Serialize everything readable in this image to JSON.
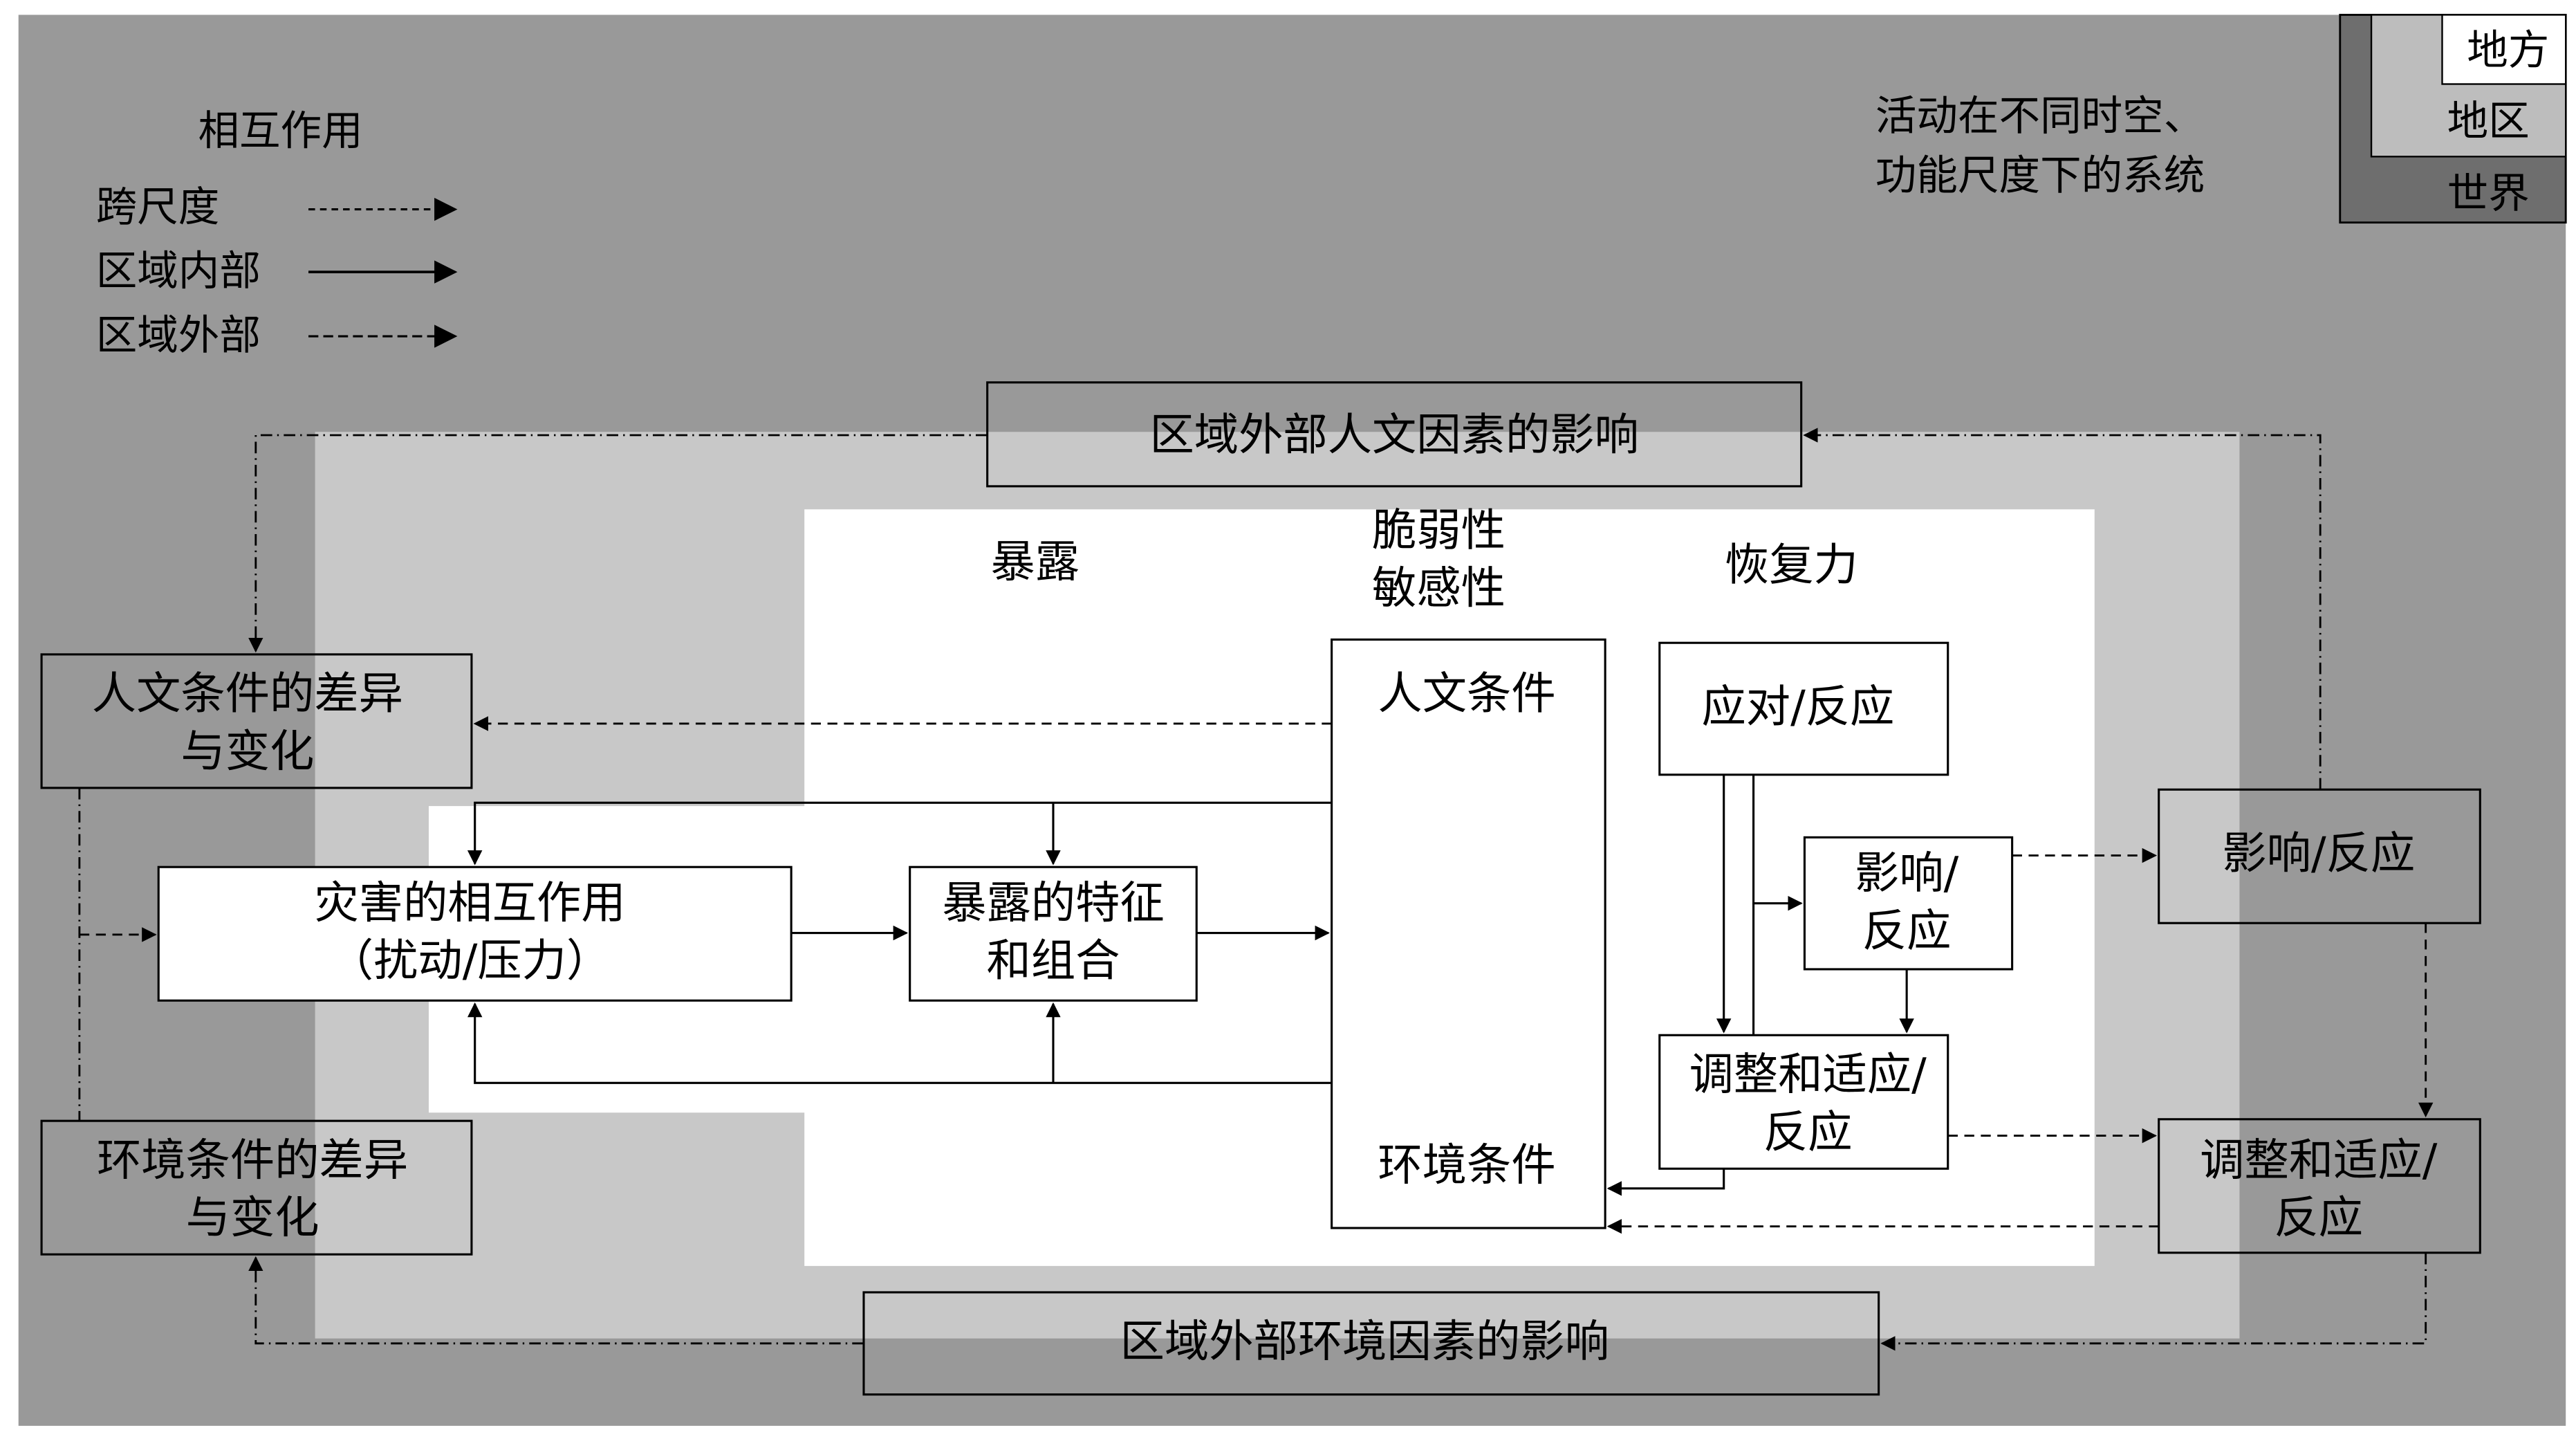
{
  "legend": {
    "title": "相互作用",
    "cross_scale": "跨尺度",
    "intra_region": "区域内部",
    "extra_region": "区域外部"
  },
  "scale_note": {
    "line1": "活动在不同时空、",
    "line2": "功能尺度下的系统"
  },
  "scale_levels": {
    "local": "地方",
    "regional": "地区",
    "world": "世界"
  },
  "external": {
    "human_influence": "区域外部人文因素的影响",
    "env_influence": "区域外部环境因素的影响"
  },
  "left": {
    "human_diff_line1": "人文条件的差异",
    "human_diff_line2": "与变化",
    "env_diff_line1": "环境条件的差异",
    "env_diff_line2": "与变化"
  },
  "right": {
    "impact_response": "影响/反应",
    "adjust_line1": "调整和适应/",
    "adjust_line2": "反应"
  },
  "headers": {
    "exposure": "暴露",
    "vulnerability_line1": "脆弱性",
    "vulnerability_line2": "敏感性",
    "resilience": "恢复力"
  },
  "core": {
    "hazard_line1": "灾害的相互作用",
    "hazard_line2": "（扰动/压力）",
    "exposure_char_line1": "暴露的特征",
    "exposure_char_line2": "和组合",
    "human_conditions": "人文条件",
    "env_conditions": "环境条件",
    "coping": "应对/反应",
    "inner_impact_line1": "影响/",
    "inner_impact_line2": "反应",
    "inner_adjust_line1": "调整和适应/",
    "inner_adjust_line2": "反应"
  }
}
